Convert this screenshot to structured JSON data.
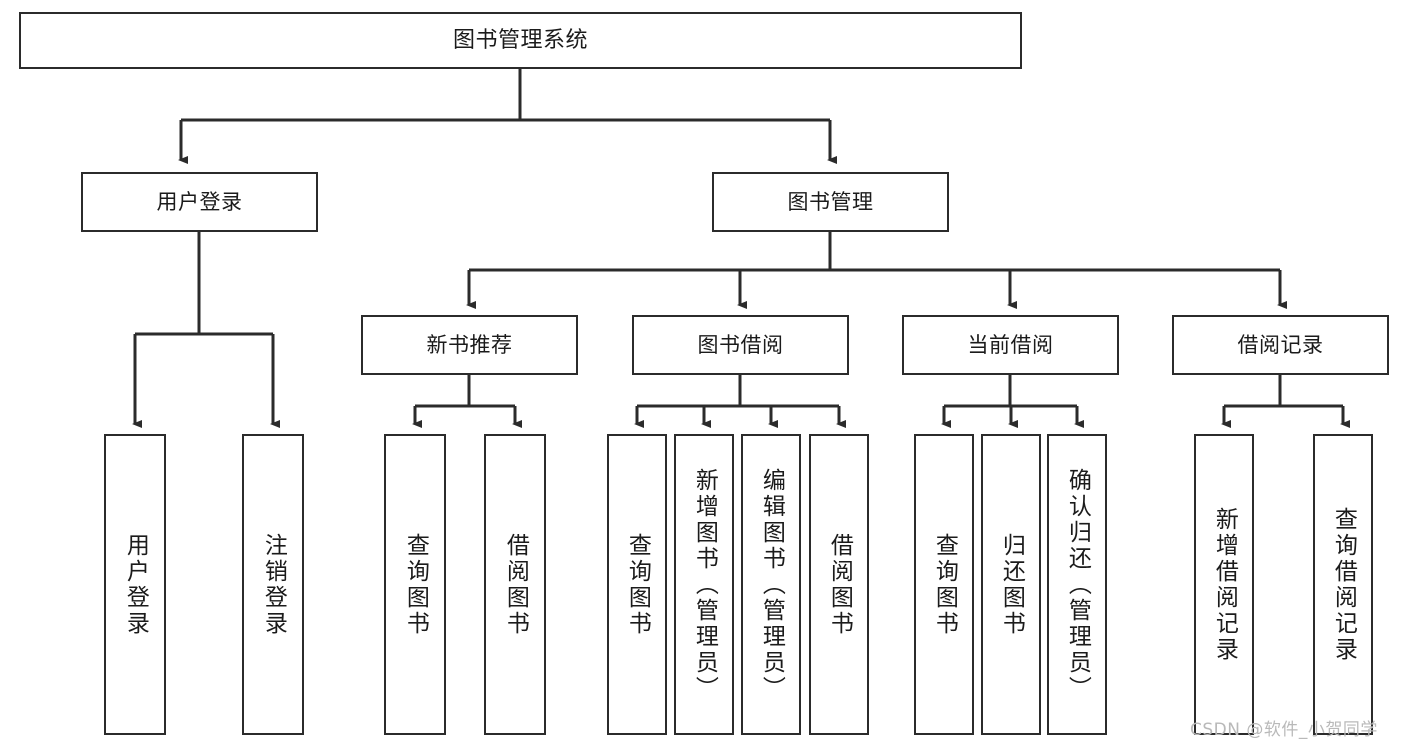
{
  "diagram": {
    "type": "tree-hierarchy-chart",
    "title": "图书管理系统",
    "watermark": "CSDN @软件_小贺同学",
    "colors": {
      "box_border": "#2b2b2b",
      "box_fill": "#ffffff",
      "connector": "#2b2b2b",
      "text": "#1b1b1b",
      "watermark": "#b9b9b9",
      "background": "#ffffff"
    },
    "nodes": {
      "root": {
        "label": "图书管理系统"
      },
      "level2": [
        {
          "label": "用户登录"
        },
        {
          "label": "图书管理"
        }
      ],
      "level3": [
        {
          "label": "新书推荐"
        },
        {
          "label": "图书借阅"
        },
        {
          "label": "当前借阅"
        },
        {
          "label": "借阅记录"
        }
      ],
      "leaves": {
        "user_login": [
          {
            "label": "用户登录"
          },
          {
            "label": "注销登录"
          }
        ],
        "new_book_recommend": [
          {
            "label": "查询图书"
          },
          {
            "label": "借阅图书"
          }
        ],
        "book_borrow": [
          {
            "label": "查询图书"
          },
          {
            "label": "新增图书（管理员）"
          },
          {
            "label": "编辑图书（管理员）"
          },
          {
            "label": "借阅图书"
          }
        ],
        "current_borrow": [
          {
            "label": "查询图书"
          },
          {
            "label": "归还图书"
          },
          {
            "label": "确认归还（管理员）"
          }
        ],
        "borrow_record": [
          {
            "label": "新增借阅记录"
          },
          {
            "label": "查询借阅记录"
          }
        ]
      }
    }
  }
}
